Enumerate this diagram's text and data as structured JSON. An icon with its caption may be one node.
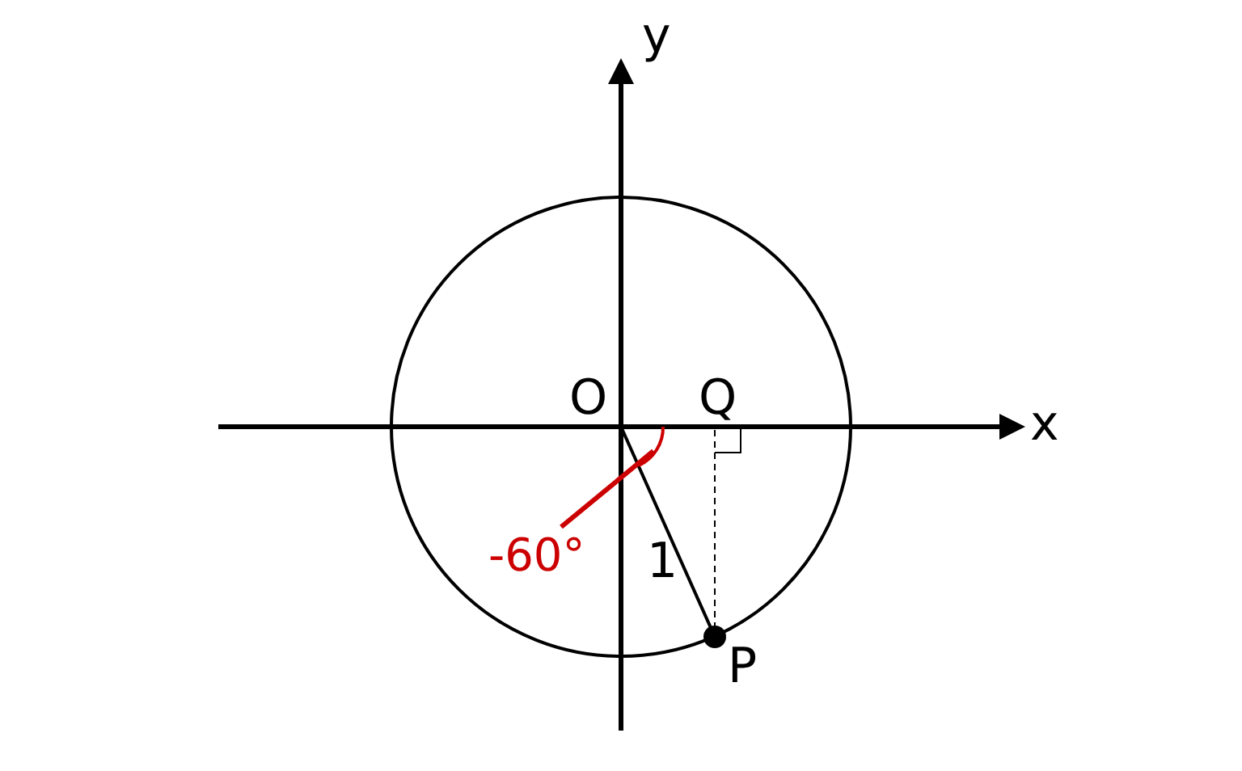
{
  "diagram": {
    "nodes": [
      {
        "text": [
          "-60°"
        ]
      },
      {
        "text": [],
        "shape": "arc"
      }
    ],
    "edges": [
      {
        "from": 0,
        "to": 1,
        "arrow": "none",
        "color": "#cc0000"
      }
    ],
    "labels": [
      "y",
      "O",
      "Q",
      "x",
      "1",
      "P"
    ]
  }
}
